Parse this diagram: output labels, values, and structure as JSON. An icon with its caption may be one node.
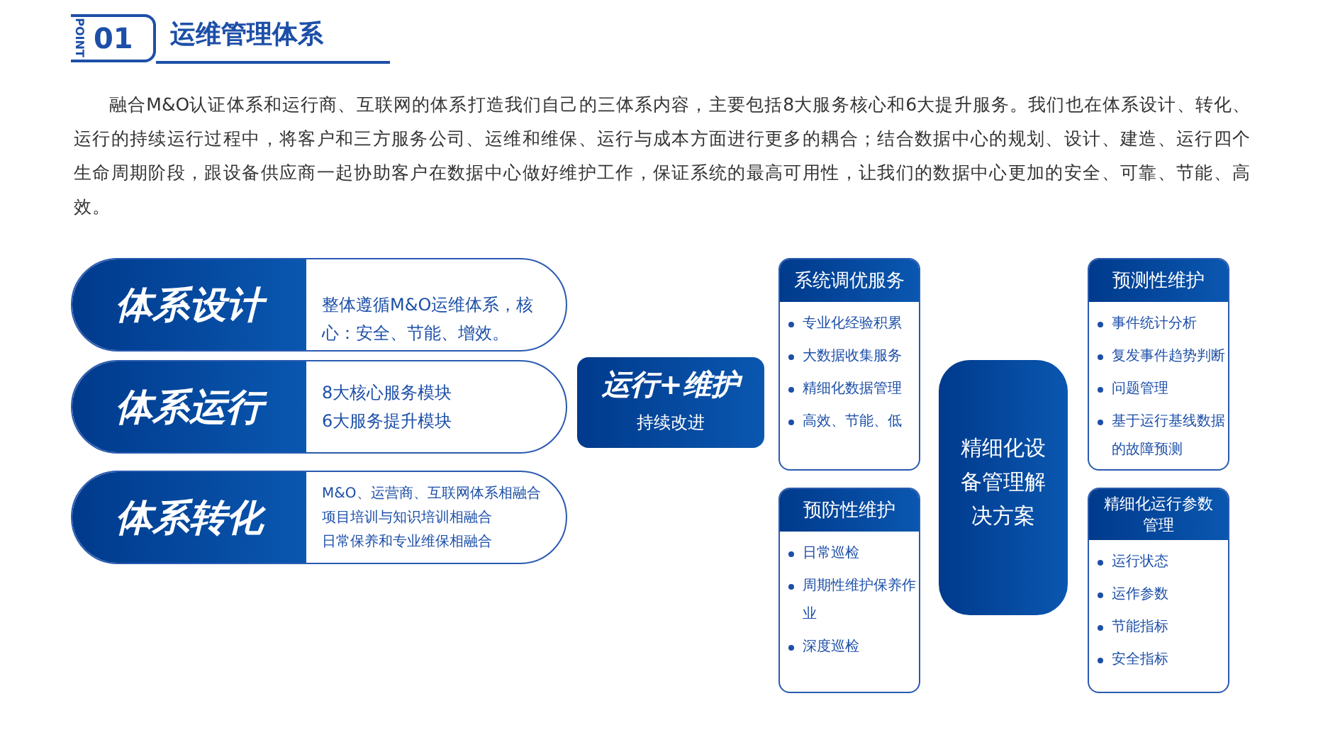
{
  "diagram": {
    "title": "运维管理体系",
    "nodes": [
      {
        "text": [
          "体系设计",
          "整体遵循M&O运维体系，核心：安全、节能、增效。"
        ]
      },
      {
        "text": [
          "体系运行",
          "8大核心服务模块",
          "6大服务提升模块"
        ]
      },
      {
        "text": [
          "体系转化",
          "M&O、运营商、互联网体系相融合",
          "项目培训与知识培训相融合",
          "日常保养和专业维保相融合"
        ]
      },
      {
        "text": [
          "运行+维护",
          "持续改进"
        ]
      },
      {
        "text": [
          "系统调优服务",
          "专业化经验积累",
          "大数据收集服务",
          "精细化数据管理",
          "高效、节能、低"
        ]
      },
      {
        "text": [
          "预防性维护",
          "日常巡检",
          "周期性维护保养作业",
          "深度巡检"
        ]
      },
      {
        "text": [
          "精细化设备管理解决方案"
        ]
      },
      {
        "text": [
          "预测性维护",
          "事件统计分析",
          "复发事件趋势判断",
          "问题管理",
          "基于运行基线数据的故障预测"
        ]
      },
      {
        "text": [
          "精细化运行参数管理",
          "运行状态",
          "运作参数",
          "节能指标",
          "安全指标"
        ]
      }
    ],
    "labels": [
      "POINT",
      "01",
      "融合M&O认证体系和运行商、互联网的体系打造我们自己的三体系内容，主要包括8大服务核心和6大提升服务。我们也在体系设计、转化、运行的持续运行过程中，将客户和三方服务公司、运维和维保、运行与成本方面进行更多的耦合；结合数据中心的规划、设计、建造、运行四个生命周期阶段，跟设备供应商一起协助客户在数据中心做好维护工作，保证系统的最高可用性，让我们的数据中心更加的安全、可靠、节能、高效。"
    ]
  }
}
